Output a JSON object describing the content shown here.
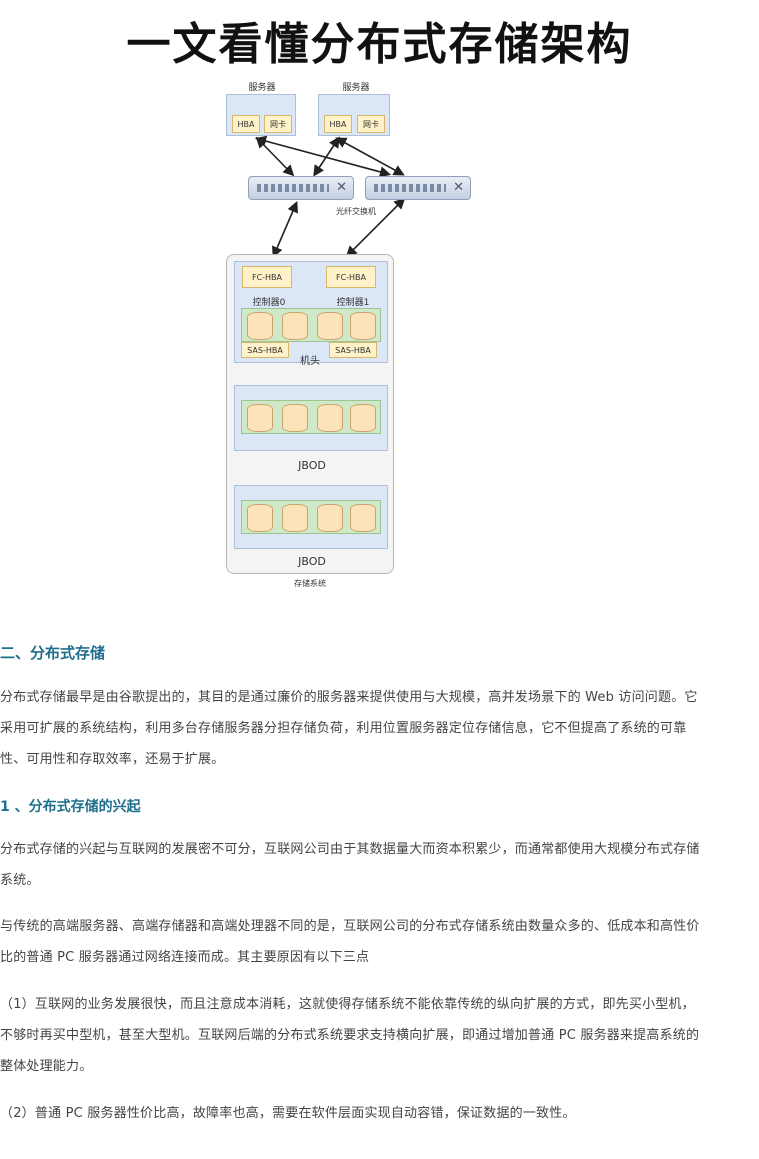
{
  "title": "一文看懂分布式存储架构",
  "diagram": {
    "server_label": "服务器",
    "hba": "HBA",
    "nic": "网卡",
    "switch_label": "光纤交换机",
    "fc_hba": "FC-HBA",
    "controller0": "控制器0",
    "controller1": "控制器1",
    "sas_hba": "SAS-HBA",
    "head_label": "机头",
    "jbod_label": "JBOD",
    "storage_system": "存储系统"
  },
  "article": {
    "section_heading": "二、分布式存储",
    "intro": "分布式存储最早是由谷歌提出的，其目的是通过廉价的服务器来提供使用与大规模，高并发场景下的 Web 访问问题。它 采用可扩展的系统结构，利用多台存储服务器分担存储负荷，利用位置服务器定位存储信息，它不但提高了系统的可靠性、可用性和存取效率，还易于扩展。",
    "subheading": "1 、分布式存储的兴起",
    "para1": "分布式存储的兴起与互联网的发展密不可分，互联网公司由于其数据量大而资本积累少，而通常都使用大规模分布式存储系统。",
    "para2": "与传统的高端服务器、高端存储器和高端处理器不同的是，互联网公司的分布式存储系统由数量众多的、低成本和高性价比的普通 PC 服务器通过网络连接而成。其主要原因有以下三点",
    "point1": "（1）互联网的业务发展很快，而且注意成本消耗，这就使得存储系统不能依靠传统的纵向扩展的方式，即先买小型机，不够时再买中型机，甚至大型机。互联网后端的分布式系统要求支持横向扩展，即通过增加普通 PC 服务器来提高系统的整体处理能力。",
    "point2": "（2）普通 PC 服务器性价比高，故障率也高，需要在软件层面实现自动容错，保证数据的一致性。"
  }
}
